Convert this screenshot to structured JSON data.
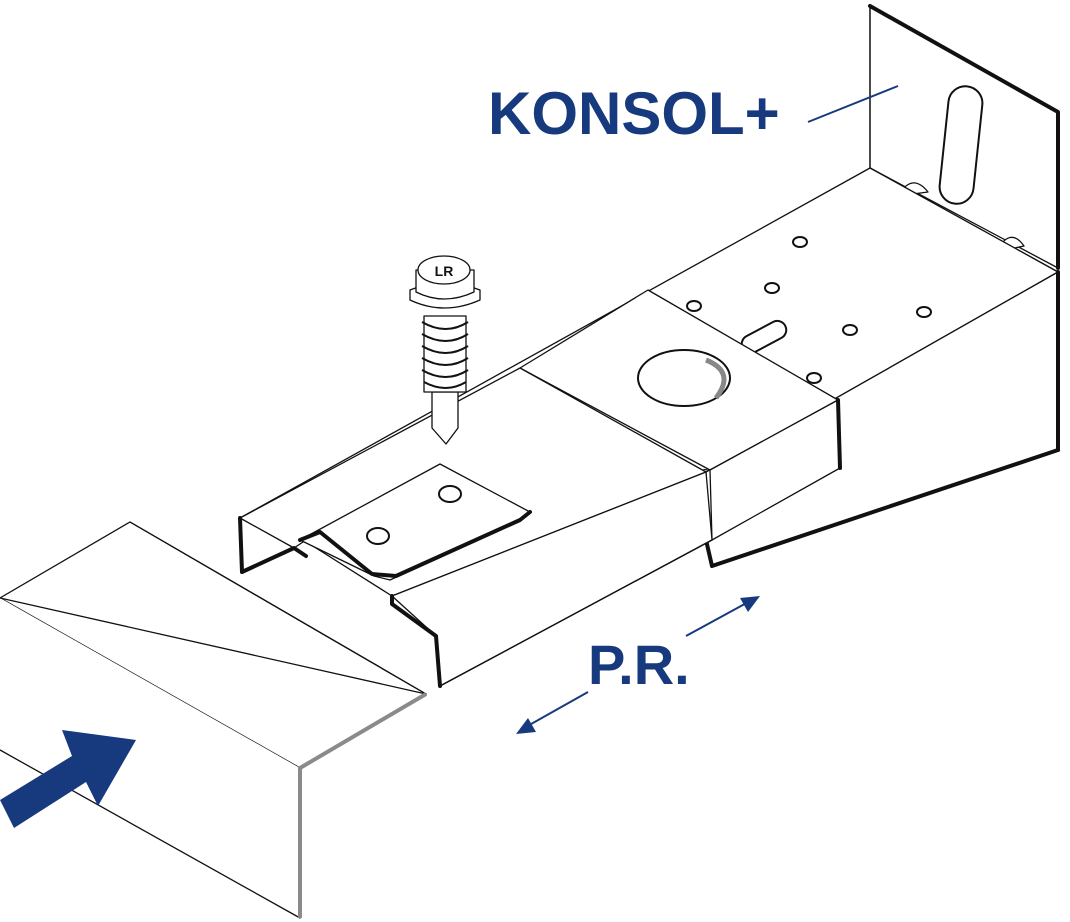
{
  "labels": {
    "konsol": "KONSOL+",
    "pr": "P.R.",
    "screw_head": "LR"
  },
  "colors": {
    "accent": "#173a7e",
    "line": "#111111",
    "rail_edge": "#8a8a8a",
    "background": "#ffffff"
  },
  "icons": {
    "insertion_arrow": "arrow-up-right-icon",
    "pr_arrow_up": "arrow-up-right-icon",
    "pr_arrow_down": "arrow-down-left-icon"
  }
}
